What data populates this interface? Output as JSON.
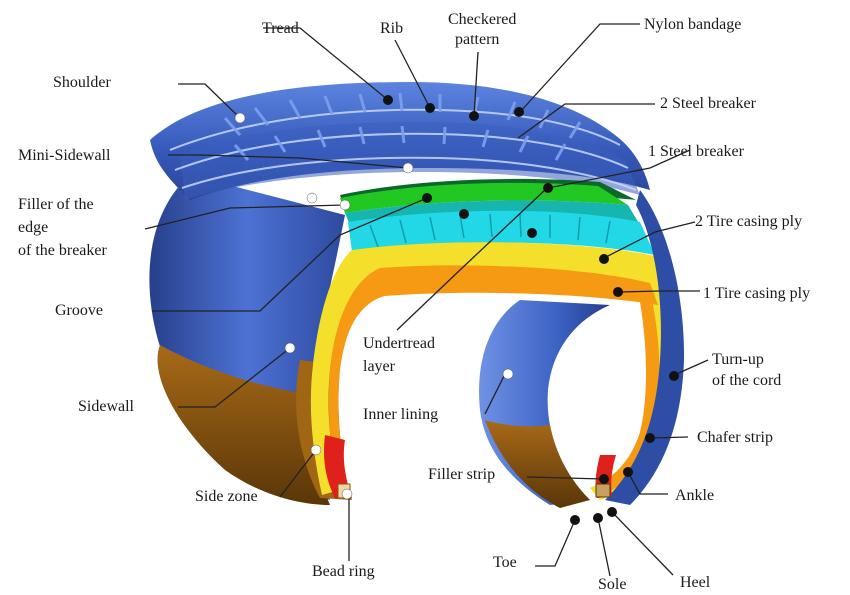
{
  "labels": {
    "tread": "Tread",
    "rib": "Rib",
    "checkered_1": "Checkered",
    "checkered_2": "pattern",
    "nylon_bandage": "Nylon bandage",
    "shoulder": "Shoulder",
    "steel_breaker_2": "2 Steel breaker",
    "mini_sidewall": "Mini-Sidewall",
    "steel_breaker_1": "1 Steel breaker",
    "filler_edge_1": "Filler of the",
    "filler_edge_2": "edge",
    "filler_edge_3": "of the breaker",
    "casing_ply_2": "2 Tire casing ply",
    "casing_ply_1": "1 Tire casing ply",
    "groove": "Groove",
    "undertread_1": "Undertread",
    "undertread_2": "layer",
    "turnup_1": "Turn-up",
    "turnup_2": "of the cord",
    "sidewall": "Sidewall",
    "inner_lining": "Inner lining",
    "chafer_strip": "Chafer strip",
    "filler_strip": "Filler strip",
    "side_zone": "Side zone",
    "ankle": "Ankle",
    "toe": "Toe",
    "bead_ring": "Bead ring",
    "sole": "Sole",
    "heel": "Heel"
  },
  "colors": {
    "tread_blue": "#3f66c8",
    "breaker_green": "#22c722",
    "ply_cyan": "#22d8e6",
    "ply_yellow": "#f4e02a",
    "ply_orange": "#f59a12",
    "bead_red": "#e0201a",
    "sidewall_brown": "#8a5510",
    "leader_line": "#222222"
  }
}
